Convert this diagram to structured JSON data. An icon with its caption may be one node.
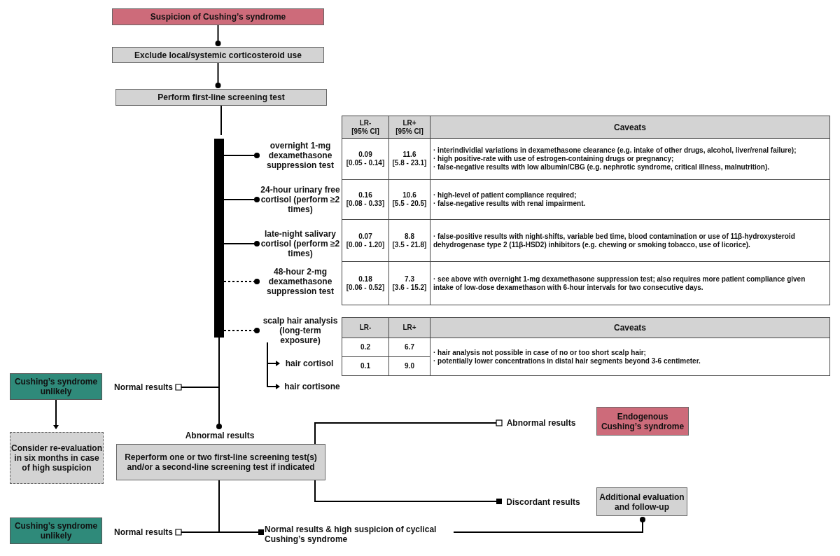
{
  "diagram": {
    "nodes": [
      {
        "text": [
          "Suspicion of Cushing’s syndrome"
        ]
      },
      {
        "text": [
          "Exclude local/systemic corticosteroid use"
        ]
      },
      {
        "text": [
          "Perform first-line screening test"
        ]
      },
      {
        "text": [],
        "shape": "bar"
      },
      {
        "text": [
          "overnight 1-mg dexamethasone suppression test"
        ]
      },
      {
        "text": [
          "24-hour urinary free cortisol (perform ≥2 times)"
        ]
      },
      {
        "text": [
          "late-night salivary cortisol (perform ≥2 times)"
        ]
      },
      {
        "text": [
          "48-hour 2-mg dexamethasone suppression test"
        ]
      },
      {
        "text": [
          "scalp hair analysis (long-term exposure)"
        ]
      },
      {
        "text": [
          "hair cortisol"
        ]
      },
      {
        "text": [
          "hair cortisone"
        ]
      },
      {
        "text": [
          "Cushing’s syndrome unlikely"
        ]
      },
      {
        "text": [
          "Normal results"
        ]
      },
      {
        "text": [
          "Consider re-evaluation in six months in case of high suspicion"
        ]
      },
      {
        "text": [
          "Abnormal results"
        ]
      },
      {
        "text": [
          "Reperform one or two first-line screening test(s) and/or a second-line screening test if indicated"
        ]
      },
      {
        "text": [
          "Abnormal results"
        ]
      },
      {
        "text": [
          "Endogenous Cushing’s syndrome"
        ]
      },
      {
        "text": [
          "Discordant results"
        ]
      },
      {
        "text": [
          "Additional evaluation and follow-up"
        ]
      },
      {
        "text": [
          "Cushing’s syndrome unlikely"
        ]
      },
      {
        "text": [
          "Normal results"
        ]
      },
      {
        "text": [
          "Normal results & high suspicion of cyclical Cushing’s syndrome"
        ]
      }
    ],
    "edges": [
      {
        "from": 0,
        "to": 1,
        "arrow": "other"
      },
      {
        "from": 1,
        "to": 2,
        "arrow": "other"
      },
      {
        "from": 2,
        "to": 3,
        "arrow": "none"
      },
      {
        "from": 3,
        "to": 4,
        "arrow": "other"
      },
      {
        "from": 3,
        "to": 5,
        "arrow": "other"
      },
      {
        "from": 3,
        "to": 6,
        "arrow": "other"
      },
      {
        "from": 3,
        "to": 7,
        "arrow": "other",
        "style": "dashed"
      },
      {
        "from": 3,
        "to": 8,
        "arrow": "other",
        "style": "dashed"
      },
      {
        "from": 8,
        "to": 9,
        "arrow": "to"
      },
      {
        "from": 8,
        "to": 10,
        "arrow": "to"
      },
      {
        "from": 3,
        "to": 12,
        "arrow": "other"
      },
      {
        "from": 3,
        "to": 14,
        "arrow": "other"
      },
      {
        "from": 11,
        "to": 13,
        "arrow": "to"
      },
      {
        "from": 15,
        "to": 16,
        "arrow": "other"
      },
      {
        "from": 15,
        "to": 18,
        "arrow": "other"
      },
      {
        "from": 15,
        "to": 21,
        "arrow": "other"
      },
      {
        "from": 15,
        "to": 22,
        "arrow": "other"
      },
      {
        "from": 22,
        "to": 19,
        "arrow": "other"
      }
    ],
    "labels": [
      "LR- [95% CI]",
      "LR+ [95% CI]",
      "Caveats",
      "0.09 [0.05 - 0.14]",
      "11.6 [5.8 - 23.1]",
      "· interindividial variations in dexamethasone clearance (e.g. intake of other drugs, alcohol, liver/renal failure);",
      "· high positive-rate with use of estrogen-containing drugs or pregnancy;",
      "· false-negative results with low albumin/CBG (e.g. nephrotic syndrome, critical illness, malnutrition).",
      "0.16 [0.08 - 0.33]",
      "10.6 [5.5 - 20.5]",
      "· high-level of patient compliance required;",
      "· false-negative results with renal impairment.",
      "0.07 [0.00 - 1.20]",
      "8.8 [3.5 - 21.8]",
      "· false-positive results with night-shifts, variable bed time, blood contamination or use of 11β-hydroxysteroid dehydrogenase type 2 (11β-HSD2) inhibitors (e.g. chewing or smoking tobacco, use of licorice).",
      "0.18 [0.06 - 0.52]",
      "7.3 [3.6 - 15.2]",
      "· see above with overnight 1-mg dexamethasone suppression test; also requires more patient compliance given intake of low-dose dexamethason with 6-hour intervals for two consecutive days.",
      "LR-",
      "LR+",
      "Caveats",
      "0.2",
      "6.7",
      "· hair analysis not possible in case of no or too short scalp hair;",
      "· potentially lower concentrations in distal hair segments beyond 3-6 centimeter.",
      "0.1",
      "9.0"
    ]
  }
}
